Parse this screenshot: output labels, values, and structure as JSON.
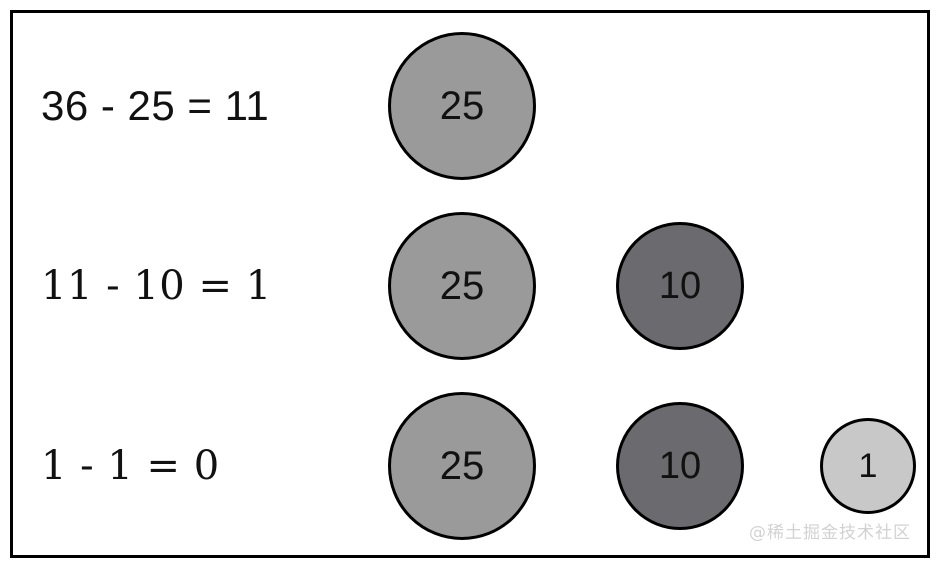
{
  "diagram": {
    "title_visible": false,
    "background_color": "#ffffff",
    "frame": {
      "border_color": "#000000",
      "border_width": 3
    },
    "palette": {
      "coin_25_fill": "#9a9a9a",
      "coin_10_fill": "#6b6b6f",
      "coin_1_fill": "#c8c8c8",
      "stroke": "#000000",
      "text": "#111111",
      "watermark": "#d2d2d2"
    },
    "rows": [
      {
        "equation": "36 - 25 = 11",
        "font_style": "sans",
        "coins": [
          {
            "label": "25",
            "fill": "#9a9a9a",
            "size_class": "c-25"
          }
        ]
      },
      {
        "equation": "11 - 10 = 1",
        "font_style": "serif",
        "coins": [
          {
            "label": "25",
            "fill": "#9a9a9a",
            "size_class": "c-25"
          },
          {
            "label": "10",
            "fill": "#6b6b6f",
            "size_class": "c-10"
          }
        ]
      },
      {
        "equation": "1 - 1 = 0",
        "font_style": "serif",
        "coins": [
          {
            "label": "25",
            "fill": "#9a9a9a",
            "size_class": "c-25"
          },
          {
            "label": "10",
            "fill": "#6b6b6f",
            "size_class": "c-10"
          },
          {
            "label": "1",
            "fill": "#c8c8c8",
            "size_class": "c-1"
          }
        ]
      }
    ],
    "watermark": "@稀土掘金技术社区"
  }
}
